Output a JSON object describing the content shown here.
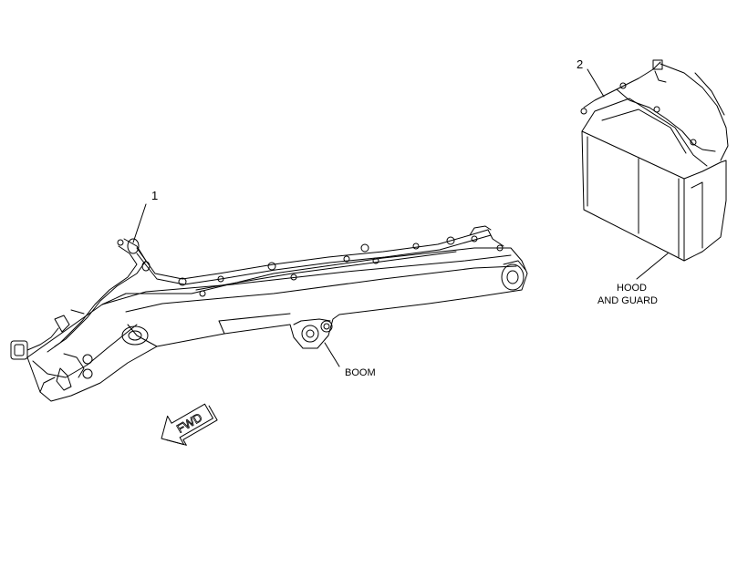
{
  "callouts": {
    "item_1": "1",
    "item_2": "2"
  },
  "labels": {
    "boom": "BOOM",
    "hood_line1": "HOOD",
    "hood_line2": "AND GUARD",
    "fwd": "FWD"
  },
  "colors": {
    "line": "#000000",
    "background": "#ffffff"
  }
}
